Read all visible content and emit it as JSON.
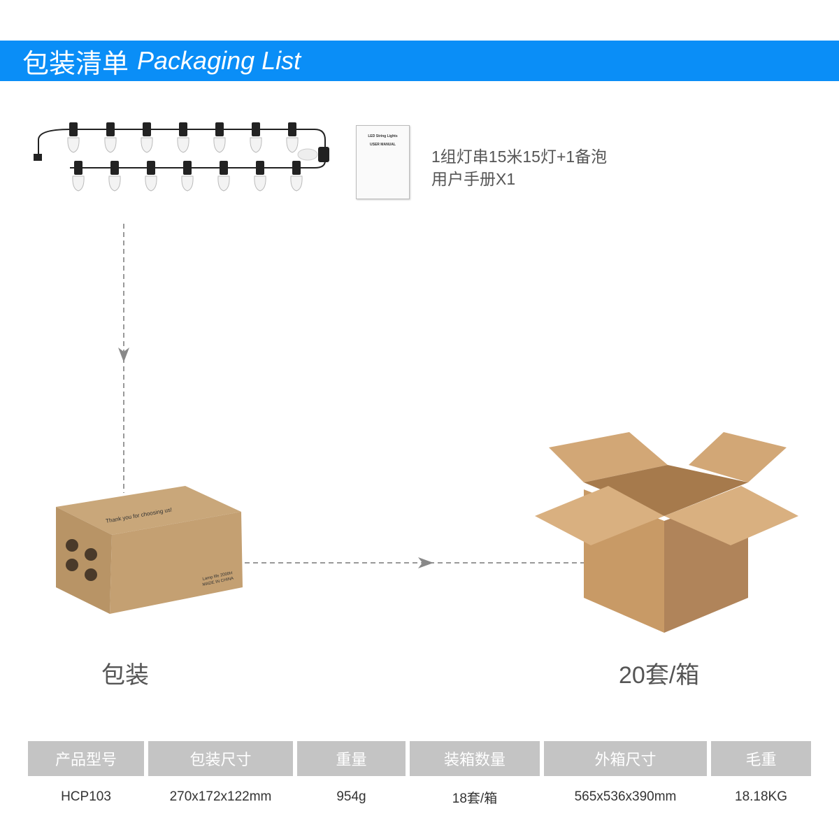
{
  "header": {
    "title_cn": "包装清单",
    "title_en": "Packaging List"
  },
  "contents": {
    "line1": "1组灯串15米15灯+1备泡",
    "line2": "用户手册X1"
  },
  "manual": {
    "title": "LED String Lights",
    "subtitle": "USER MANUAL"
  },
  "small_box": {
    "top_text": "Thank you for choosing us!",
    "side_text1": "Lamp life 2000H",
    "side_text2": "MADE IN CHINA",
    "label": "包装"
  },
  "big_box": {
    "label": "20套/箱"
  },
  "table": {
    "headers": [
      "产品型号",
      "包装尺寸",
      "重量",
      "装箱数量",
      "外箱尺寸",
      "毛重"
    ],
    "row": [
      "HCP103",
      "270x172x122mm",
      "954g",
      "18套/箱",
      "565x536x390mm",
      "18.18KG"
    ]
  }
}
